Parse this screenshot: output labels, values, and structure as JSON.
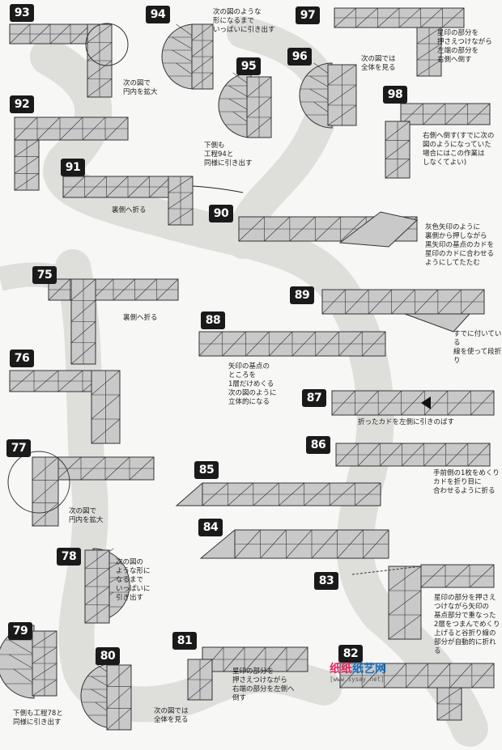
{
  "steps": [
    {
      "num": "93"
    },
    {
      "num": "94"
    },
    {
      "num": "95"
    },
    {
      "num": "96"
    },
    {
      "num": "97"
    },
    {
      "num": "92"
    },
    {
      "num": "98"
    },
    {
      "num": "91"
    },
    {
      "num": "90"
    },
    {
      "num": "75"
    },
    {
      "num": "89"
    },
    {
      "num": "88"
    },
    {
      "num": "76"
    },
    {
      "num": "87"
    },
    {
      "num": "77"
    },
    {
      "num": "86"
    },
    {
      "num": "85"
    },
    {
      "num": "84"
    },
    {
      "num": "78"
    },
    {
      "num": "83"
    },
    {
      "num": "79"
    },
    {
      "num": "81"
    },
    {
      "num": "80"
    },
    {
      "num": "82"
    }
  ],
  "notes": {
    "n94": "次の図のような\n形になるまで\nいっぱいに引き出す",
    "n97": "星印の部分を\n押さえつけながら\n左端の部分を\n右側へ倒す",
    "n96": "次の図では\n全体を見る",
    "n93": "次の図で\n円内を拡大",
    "n95": "下側も\n工程94と\n同様に引き出す",
    "n98": "右側へ倒す(すでに次の\n図のようになっていた\n場合にはこの作業は\nしなくてよい)",
    "n91": "裏側へ折る",
    "n90": "灰色矢印のように\n裏側から押しながら\n黒矢印の基点のカドを\n星印のカドに合わせる\nようにしてたたむ",
    "n75": "裏側へ折る",
    "n89": "すでに付いている\n線を使って段折り",
    "n88": "矢印の基点の\nところを\n1層だけめくる\n次の図のように\n立体的になる",
    "n87": "折ったカドを左側に引きのばす",
    "n86": "手前側の1枚をめくり\nカドを折り目に\n合わせるように折る",
    "n77": "次の図で\n円内を拡大",
    "n78": "次の図の\nような形に\nなるまで\nいっぱいに\n引き出す",
    "n83": "星印の部分を押さえ\nつけながら矢印の\n基点部分で重なった\n2層をつまんでめくり\n上げると谷折り線の\n部分が自動的に折れる",
    "n81": "星印の部分を\n押さえつけながら\n右端の部分を左側へ\n倒す",
    "n79": "下側も工程78と\n同様に引き出す",
    "n80": "次の図では\n全体を見る"
  },
  "watermark": {
    "site_a": "纸纸",
    "site_b": "纸艺网",
    "url": "[www.sysay.net]"
  },
  "colors": {
    "paper_fill": "#c9c9c9",
    "paper_stroke": "#333333",
    "band": "#d9d9d7",
    "badge": "#1a1a1a",
    "watermark_pink": "#e0245e"
  }
}
